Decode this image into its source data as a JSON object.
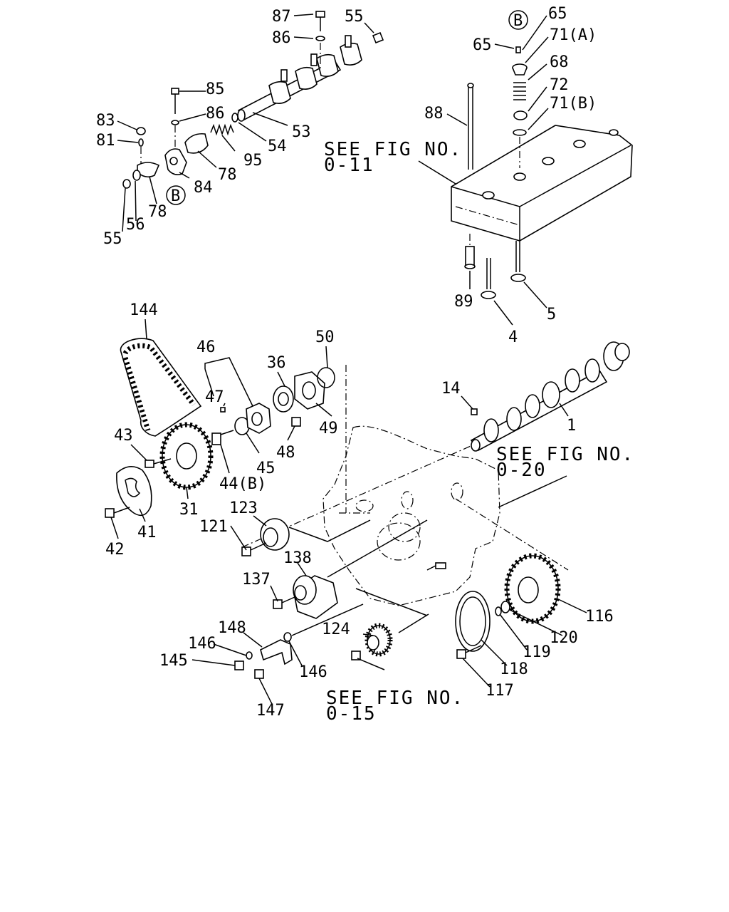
{
  "labels": {
    "p87": "87",
    "p86a": "86",
    "p55a": "55",
    "p85": "85",
    "p86b": "86",
    "p83": "83",
    "p81": "81",
    "p95": "95",
    "p54": "54",
    "p53": "53",
    "p78a": "78",
    "p84": "84",
    "p78b": "78",
    "pB1": "B",
    "p56": "56",
    "p55b": "55",
    "pB2": "B",
    "p65a": "65",
    "p65b": "65",
    "p71a": "71(A)",
    "p68": "68",
    "p72": "72",
    "p71b": "71(B)",
    "p88": "88",
    "p89": "89",
    "p4": "4",
    "p5": "5",
    "p144": "144",
    "p46": "46",
    "p36": "36",
    "p50": "50",
    "p47": "47",
    "p49": "49",
    "p48": "48",
    "p43": "43",
    "p45": "45",
    "p44b": "44(B)",
    "p31": "31",
    "p41": "41",
    "p42": "42",
    "p14": "14",
    "p1": "1",
    "p123": "123",
    "p121": "121",
    "p138": "138",
    "p137": "137",
    "p116": "116",
    "p120": "120",
    "p119": "119",
    "p118": "118",
    "p117": "117",
    "p148": "148",
    "p146a": "146",
    "p145": "145",
    "p146b": "146",
    "p147": "147",
    "p124": "124"
  },
  "references": {
    "fig011_l1": "SEE FIG NO.",
    "fig011_l2": "0-11",
    "fig020_l1": "SEE FIG NO.",
    "fig020_l2": "0-20",
    "fig015_l1": "SEE FIG NO.",
    "fig015_l2": "0-15"
  }
}
